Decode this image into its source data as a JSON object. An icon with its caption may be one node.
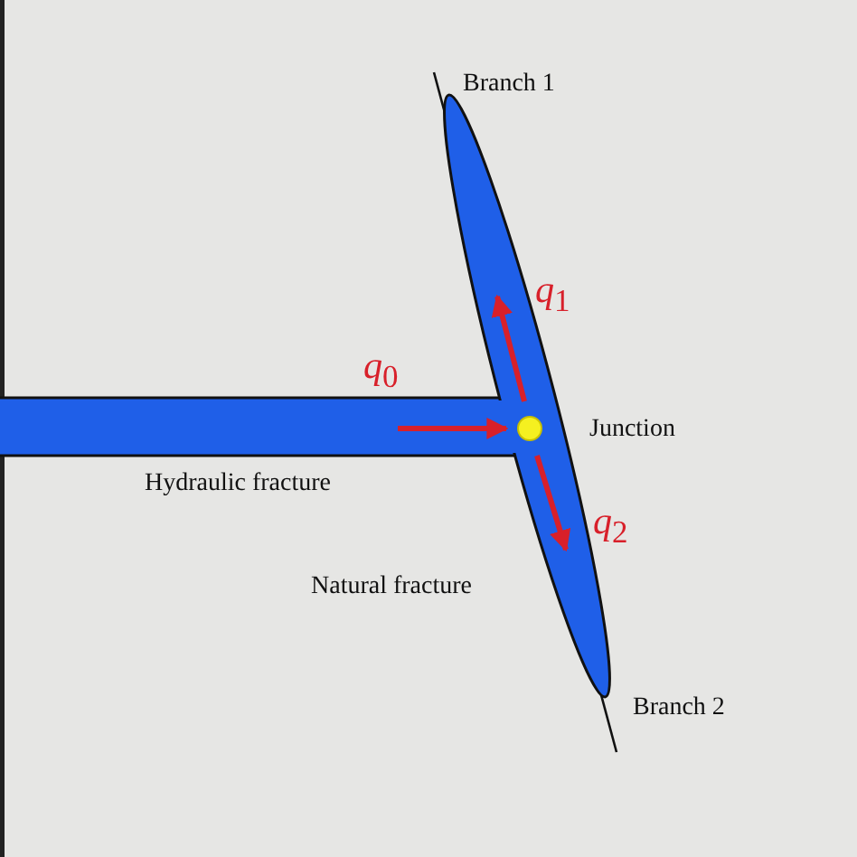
{
  "diagram": {
    "labels": [
      "Branch 1",
      "*q*$_{1}$",
      "*q*$_{0}$",
      "Junction",
      "Hydraulic fracture",
      "*q*$_{2}$",
      "Natural fracture",
      "Branch 2"
    ]
  }
}
